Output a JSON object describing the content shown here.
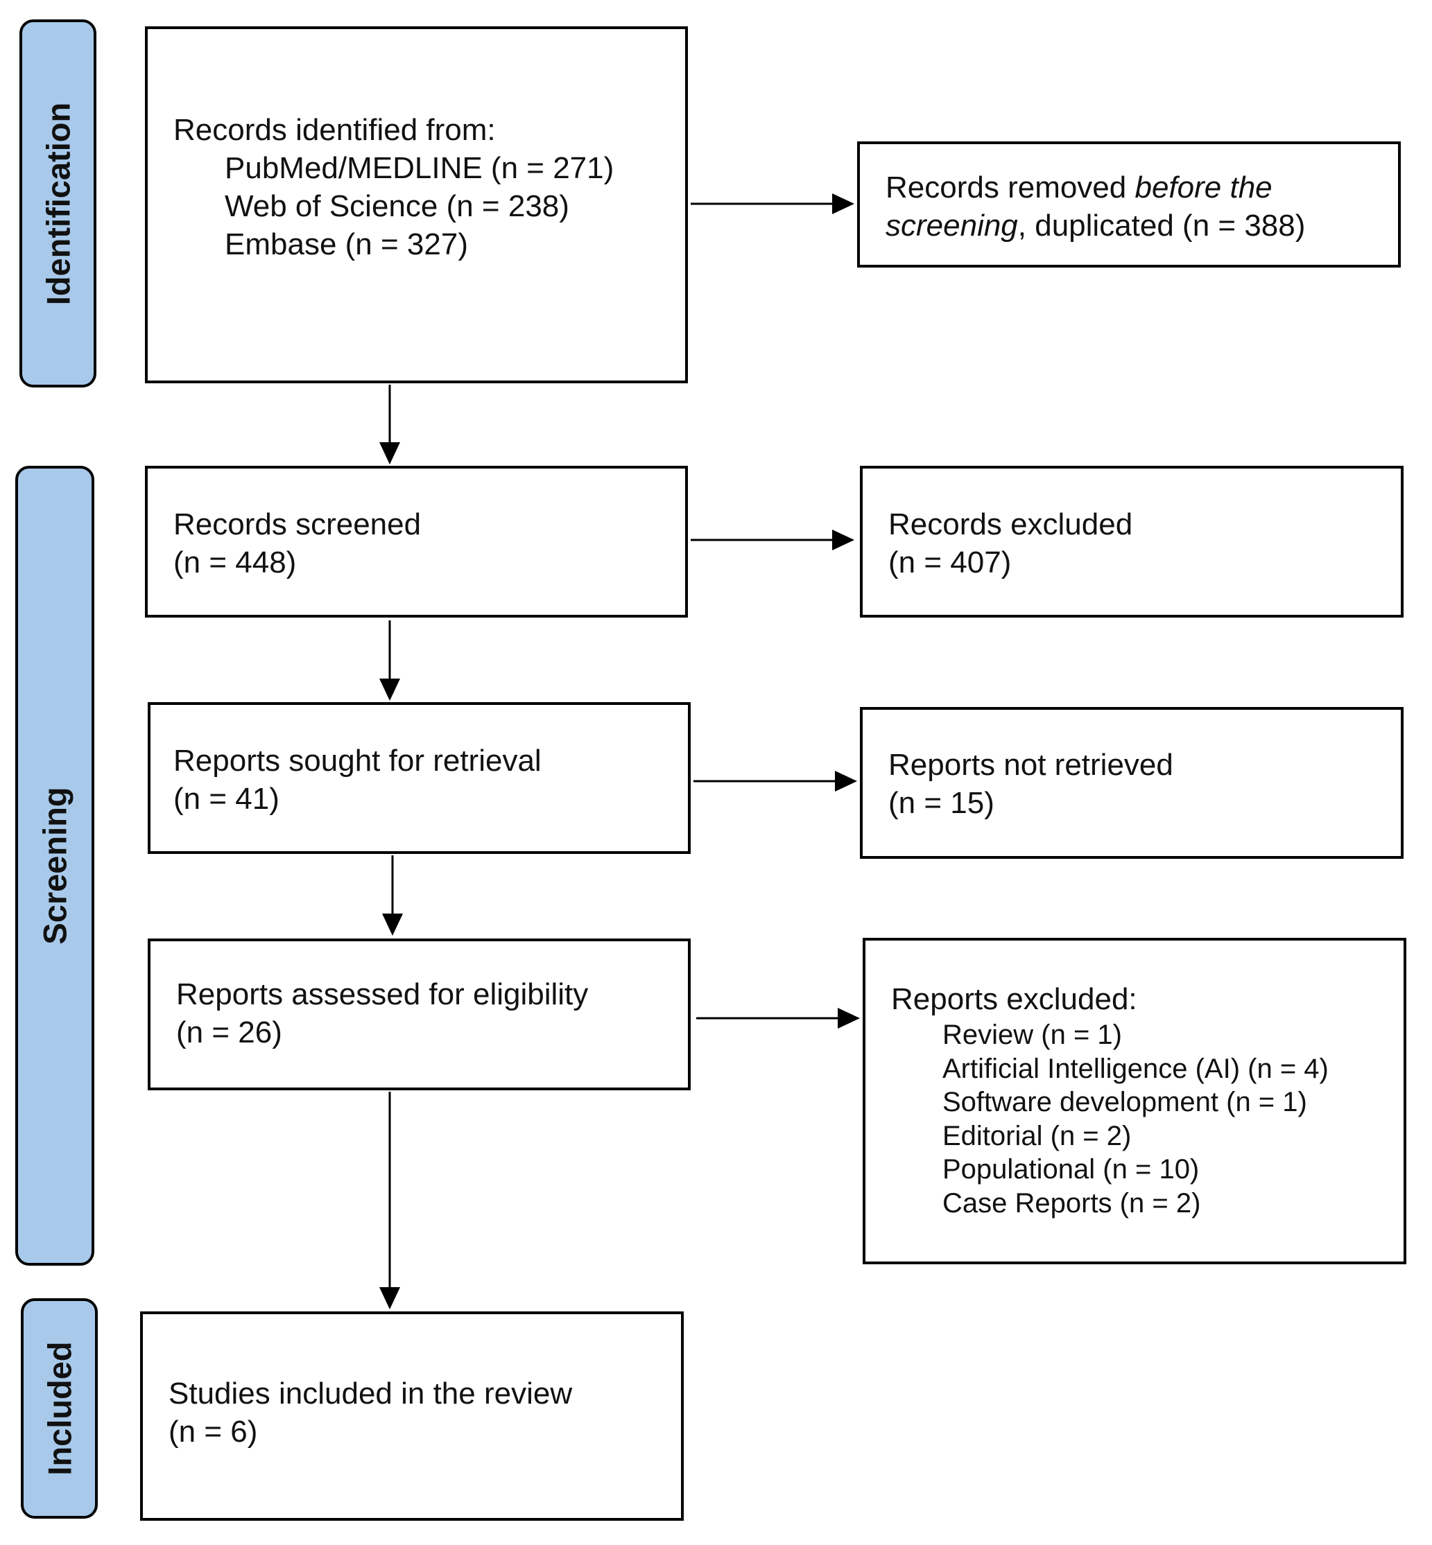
{
  "stages": {
    "identification": "Identification",
    "screening": "Screening",
    "included": "Included"
  },
  "identified": {
    "title": "Records identified from:",
    "sources": [
      "PubMed/MEDLINE (n = 271)",
      "Web of Science (n = 238)",
      "Embase (n = 327)"
    ]
  },
  "removed": {
    "text_a": "Records removed ",
    "text_b_italic": "before the",
    "text_c_italic": "screening",
    "text_d": ", duplicated (n = 388)"
  },
  "screened": {
    "title": "Records screened",
    "count": "(n = 448)"
  },
  "excluded": {
    "title": "Records excluded",
    "count": "(n = 407)"
  },
  "sought": {
    "title": "Reports sought for retrieval",
    "count": "(n = 41)"
  },
  "not_retrieved": {
    "title": "Reports not retrieved",
    "count": "(n = 15)"
  },
  "assessed": {
    "title": "Reports assessed for eligibility",
    "count": "(n = 26)"
  },
  "reports_excluded": {
    "title": "Reports excluded:",
    "reasons": [
      "Review (n = 1)",
      "Artificial Intelligence (AI) (n = 4)",
      "Software development (n = 1)",
      "Editorial (n = 2)",
      "Populational (n = 10)",
      "Case Reports (n = 2)"
    ]
  },
  "included_box": {
    "title": "Studies included in the review",
    "count": "(n = 6)"
  }
}
